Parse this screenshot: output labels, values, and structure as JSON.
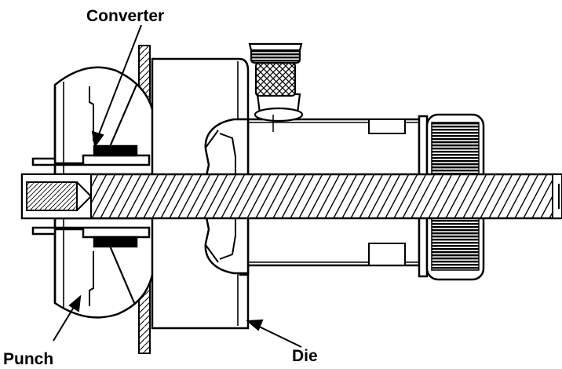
{
  "labels": {
    "converter": "Converter",
    "punch": "Punch",
    "die": "Die"
  },
  "colors": {
    "ink": "#000000",
    "paper": "#ffffff"
  }
}
